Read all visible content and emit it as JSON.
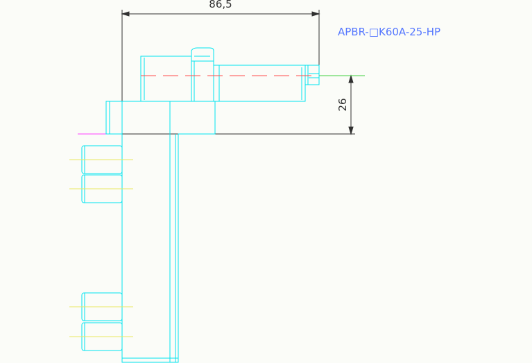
{
  "drawing": {
    "part_label": "APBR-□K60A-25-HP",
    "dim_width": "86,5",
    "dim_height": "26"
  },
  "colors": {
    "background": "#fbfcf8",
    "outline": "#00e5f0",
    "dimension": "#303030",
    "label": "#5577ff",
    "centerline": "#ff4d4d",
    "baseline_left": "#ff40ff",
    "baseline_right": "#40d040",
    "screw_axis": "#e8e860"
  }
}
